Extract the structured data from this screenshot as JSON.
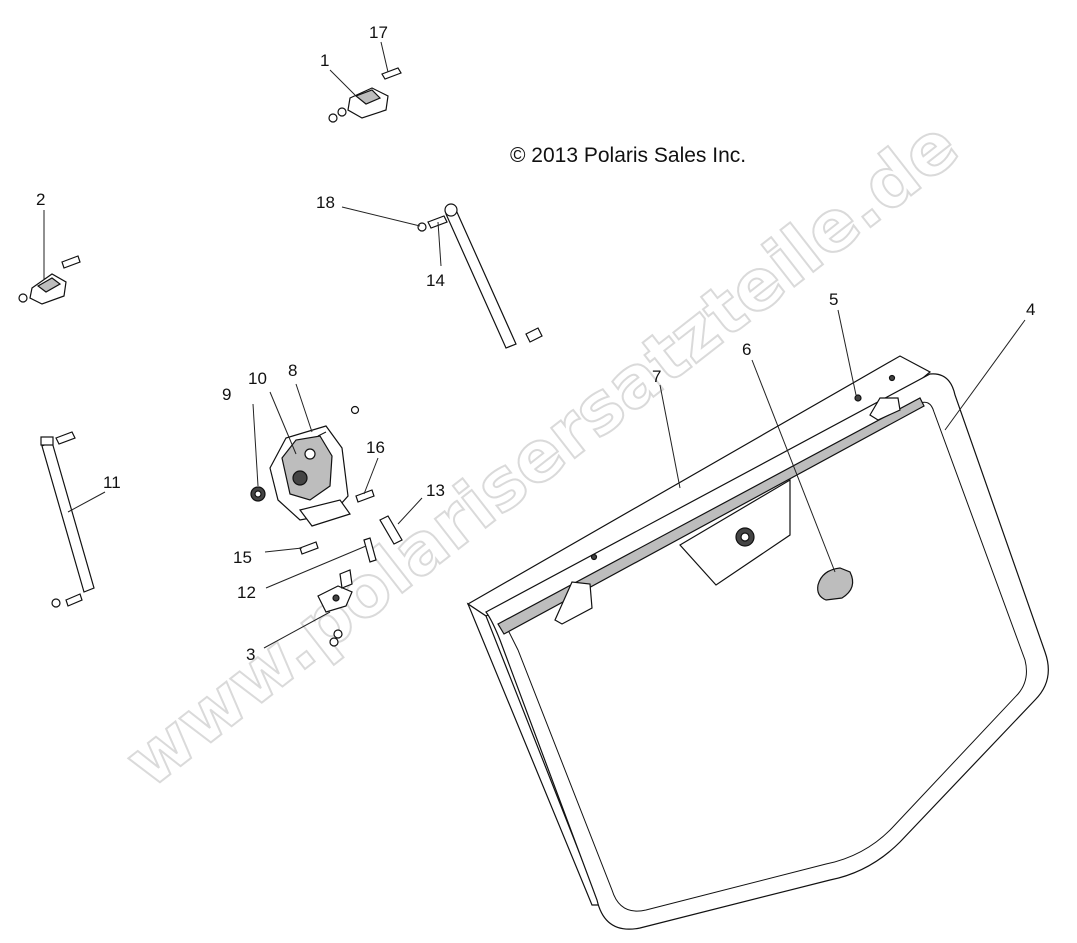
{
  "copyright": "© 2013 Polaris Sales Inc.",
  "watermark": "www.polarisersatzteile.de",
  "callouts": {
    "c1": "1",
    "c2": "2",
    "c3": "3",
    "c4": "4",
    "c5": "5",
    "c6": "6",
    "c7": "7",
    "c8": "8",
    "c9": "9",
    "c10": "10",
    "c11": "11",
    "c12": "12",
    "c13": "13",
    "c14": "14",
    "c15": "15",
    "c16": "16",
    "c17": "17",
    "c18": "18"
  }
}
